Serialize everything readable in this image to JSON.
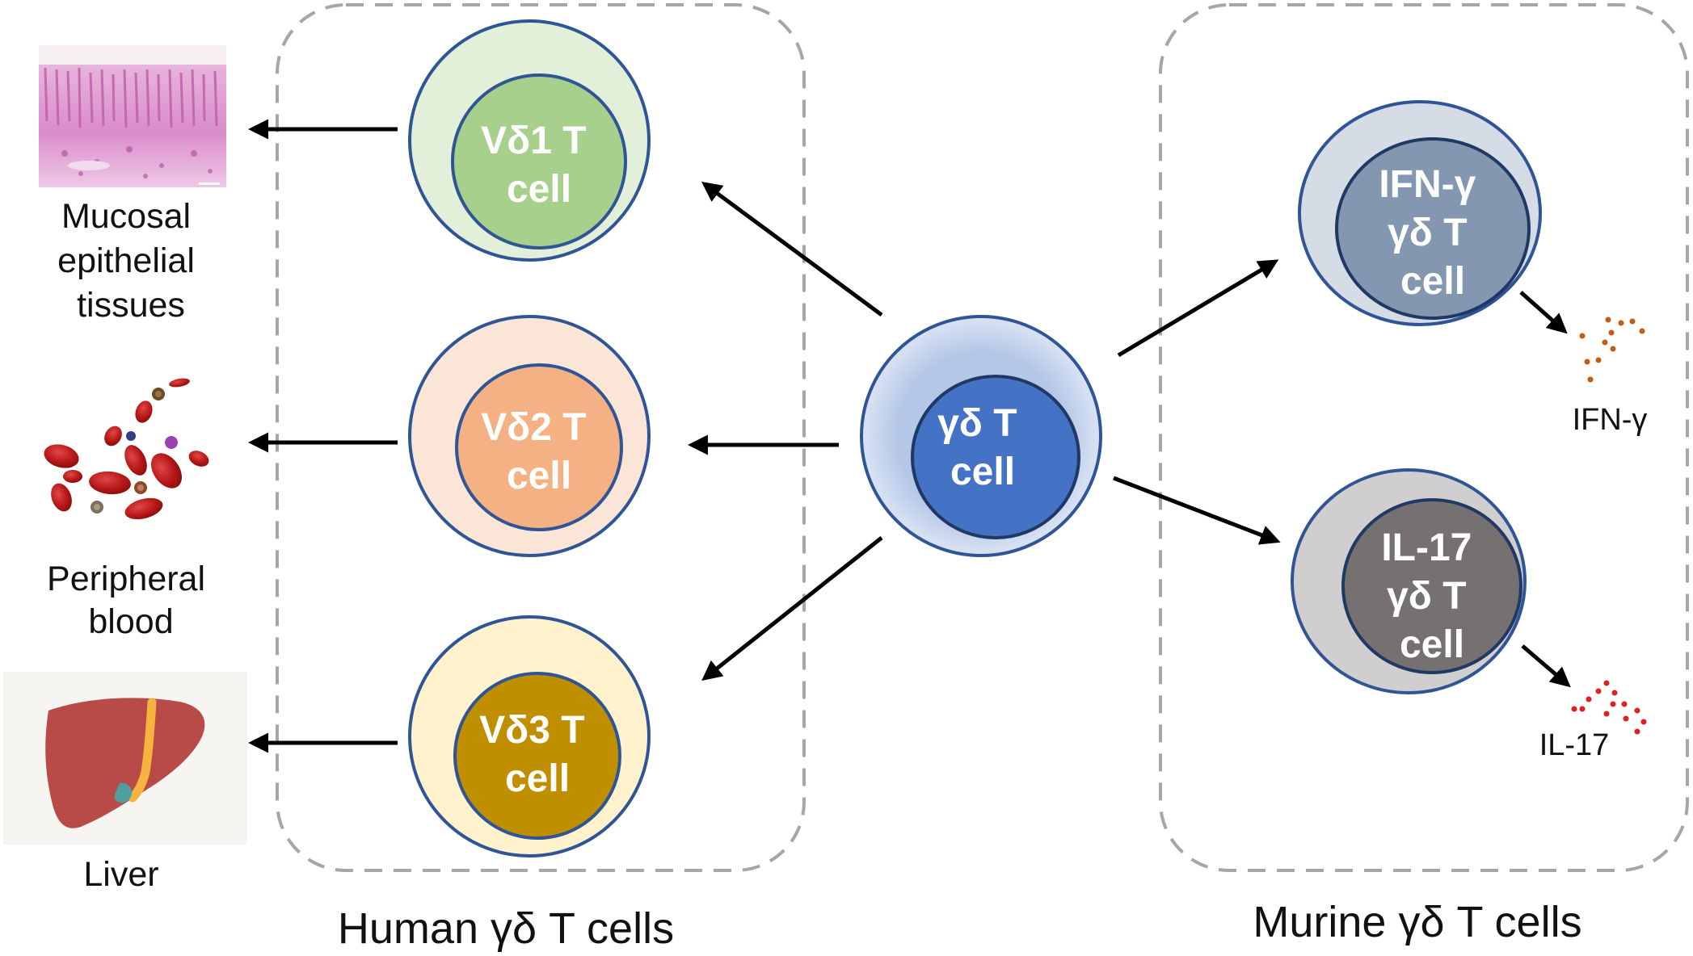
{
  "groups": {
    "human": "Human  γδ T cells",
    "murine": "Murine  γδ T cells"
  },
  "center_cell": {
    "lines": [
      "γδ T",
      "cell"
    ]
  },
  "human_cells": [
    {
      "lines": [
        "Vδ1 T",
        "cell"
      ],
      "color": "#a8d08d"
    },
    {
      "lines": [
        "Vδ2 T",
        "cell"
      ],
      "color": "#f4b183"
    },
    {
      "lines": [
        "Vδ3 T",
        "cell"
      ],
      "color": "#bf8f00"
    }
  ],
  "murine_cells": [
    {
      "lines": [
        "IFN-γ",
        "γδ T",
        "cell"
      ],
      "color": "#8497b0"
    },
    {
      "lines": [
        "IL-17",
        "γδ T",
        "cell"
      ],
      "color": "#767171"
    }
  ],
  "tissues": [
    {
      "lines": [
        "Mucosal",
        "epithelial",
        "tissues"
      ],
      "icon": "mucosa-histology-icon"
    },
    {
      "lines": [
        "Peripheral",
        "blood"
      ],
      "icon": "blood-cells-icon"
    },
    {
      "lines": [
        "Liver"
      ],
      "icon": "liver-icon"
    }
  ],
  "cytokines": [
    {
      "label": "IFN-γ",
      "color": "#c55a11"
    },
    {
      "label": "IL-17",
      "color": "#e02020"
    }
  ]
}
